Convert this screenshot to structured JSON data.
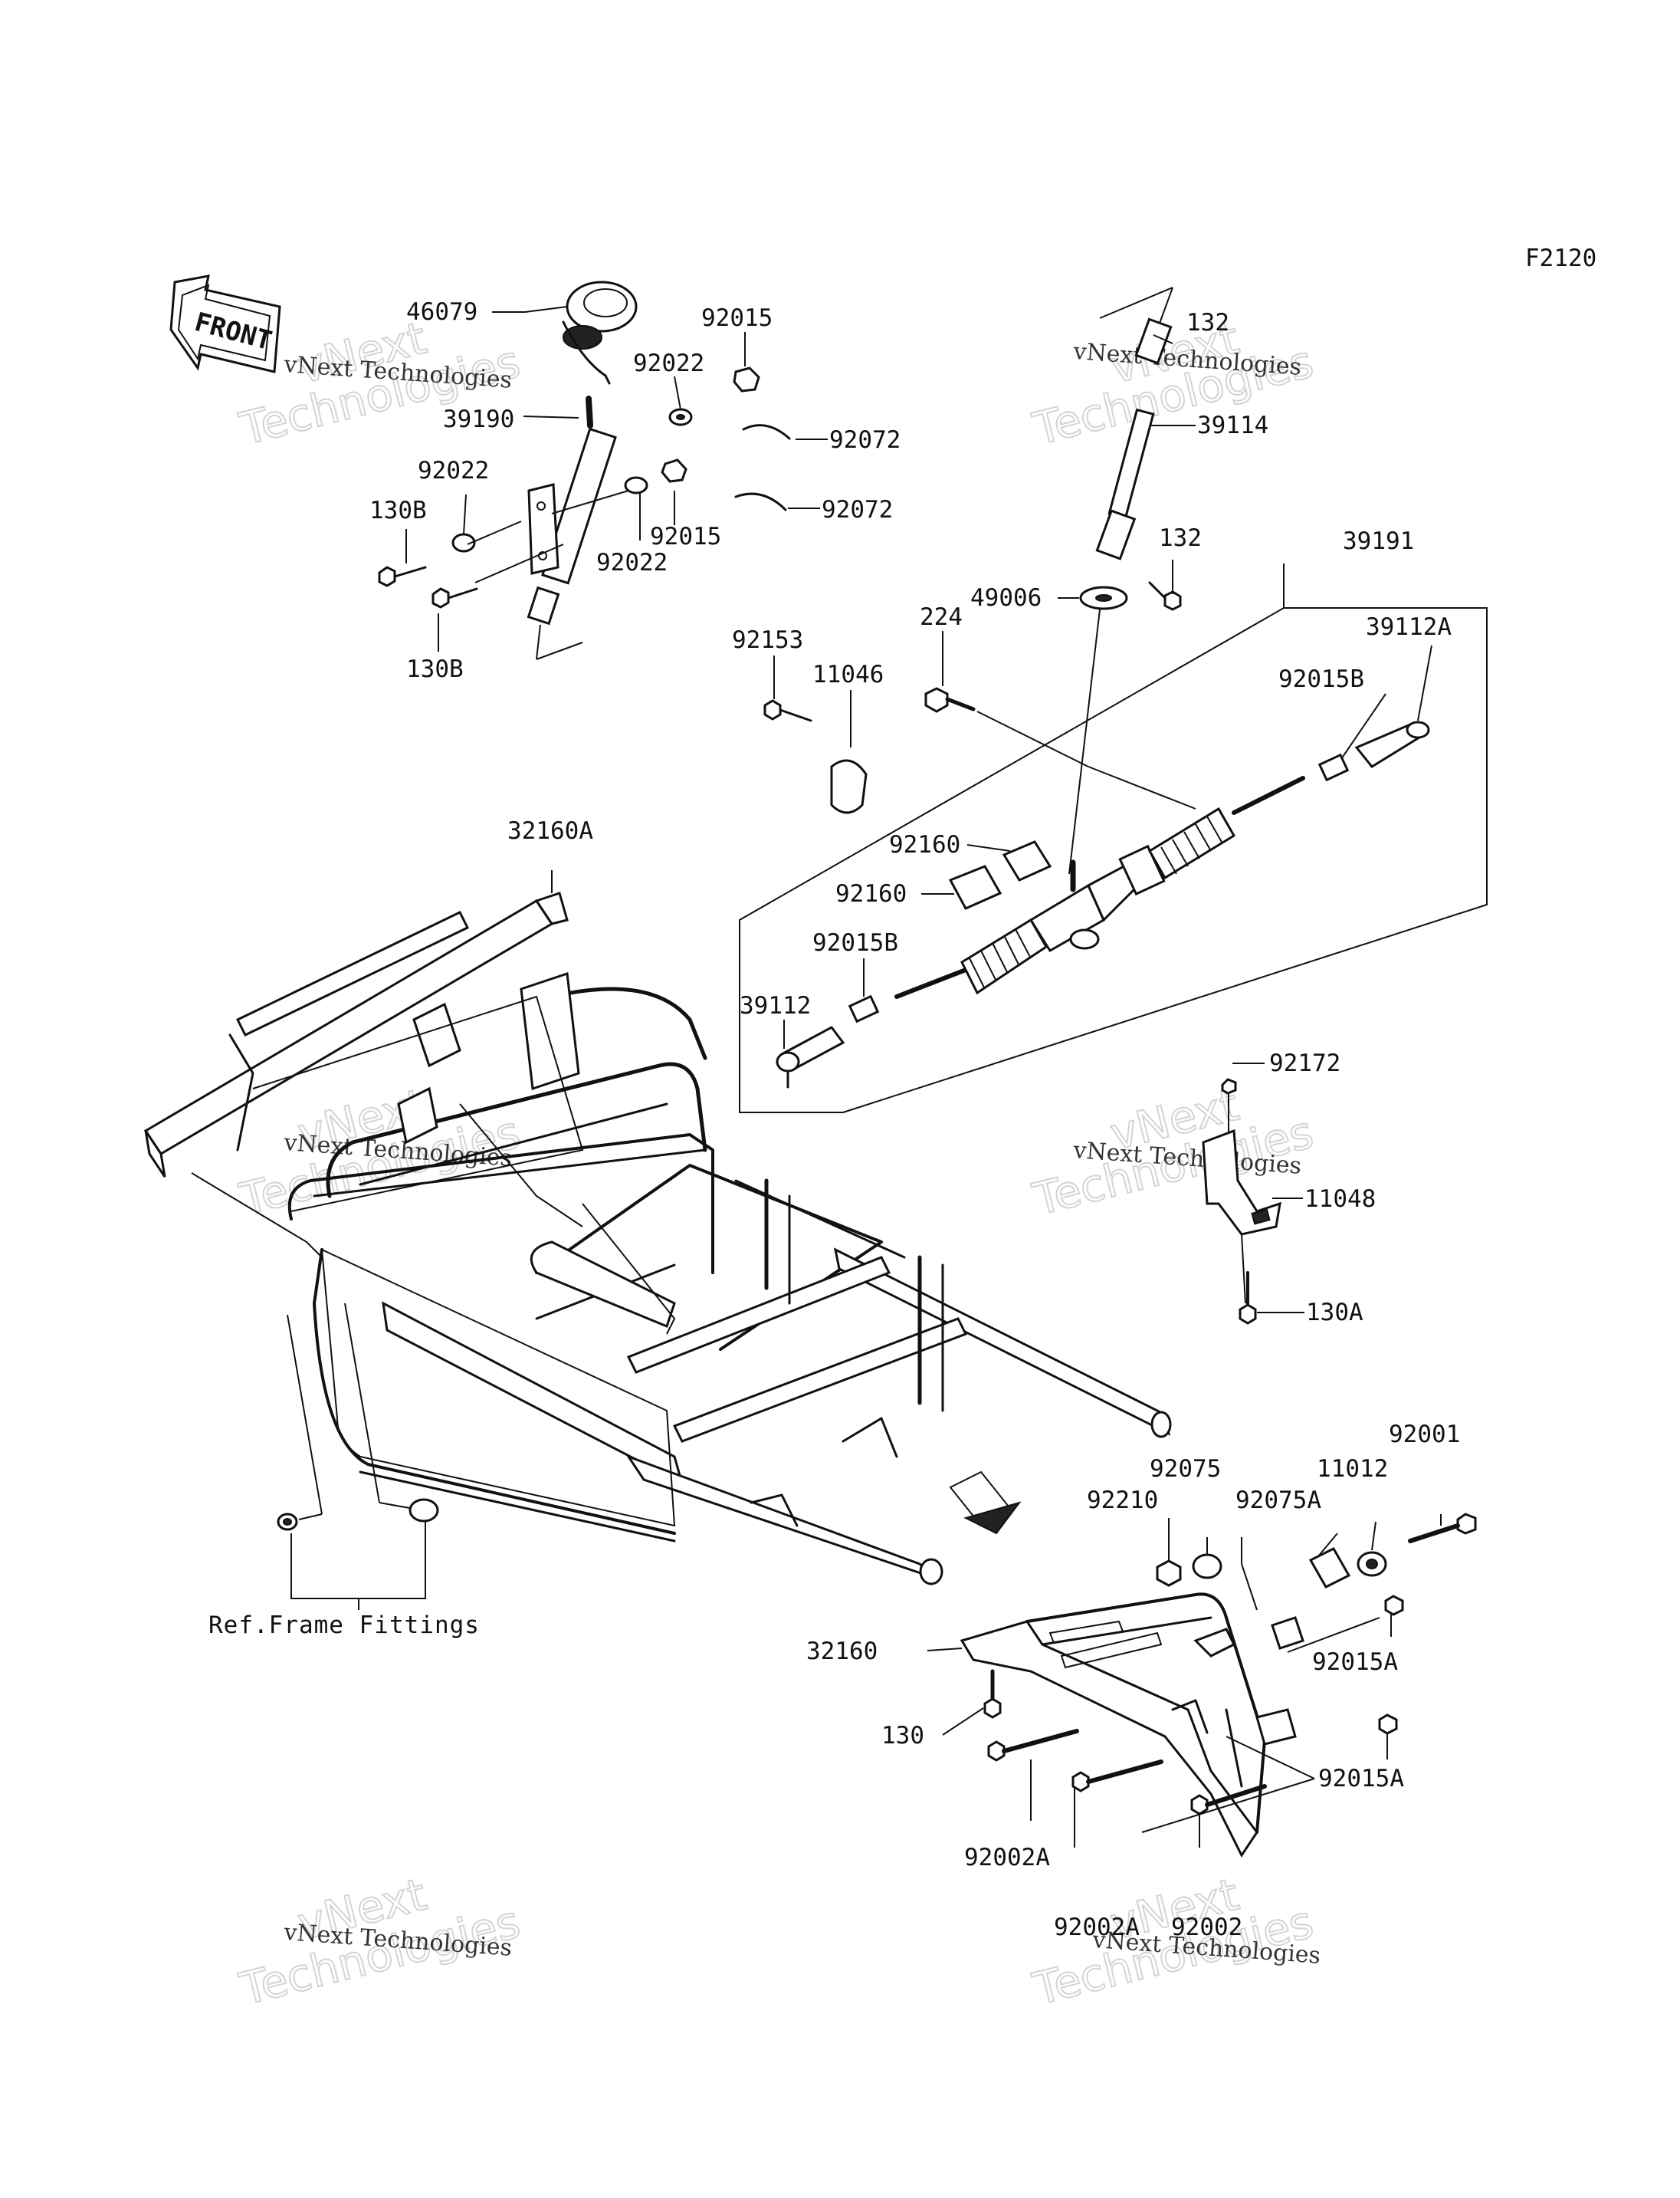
{
  "diagram_code": "F2120",
  "front_label": "FRONT",
  "ref_caption": "Ref.Frame Fittings",
  "watermark": {
    "line1": "vNext",
    "line2": "Technologies",
    "caption": "vNext Technologies"
  },
  "part_labels": {
    "p46079": "46079",
    "p92015_top": "92015",
    "p92022_a": "92022",
    "p39190": "39190",
    "p92072_a": "92072",
    "p92022_b": "92022",
    "p130B_a": "130B",
    "p92072_b": "92072",
    "p92015_mid": "92015",
    "p92022_c": "92022",
    "p130B_b": "130B",
    "p132_a": "132",
    "p39114": "39114",
    "p132_b": "132",
    "p39191": "39191",
    "p49006": "49006",
    "p39112A": "39112A",
    "p224": "224",
    "p92153": "92153",
    "p11046": "11046",
    "p92015B_a": "92015B",
    "p32160A": "32160A",
    "p92160_a": "92160",
    "p92160_b": "92160",
    "p92015B_b": "92015B",
    "p39112": "39112",
    "p92172": "92172",
    "p11048": "11048",
    "p130A": "130A",
    "p92001": "92001",
    "p92075": "92075",
    "p11012": "11012",
    "p92210": "92210",
    "p92075A": "92075A",
    "p92015A_a": "92015A",
    "p32160": "32160",
    "p130": "130",
    "p92015A_b": "92015A",
    "p92002A_a": "92002A",
    "p92002A_b": "92002A",
    "p92002": "92002"
  }
}
